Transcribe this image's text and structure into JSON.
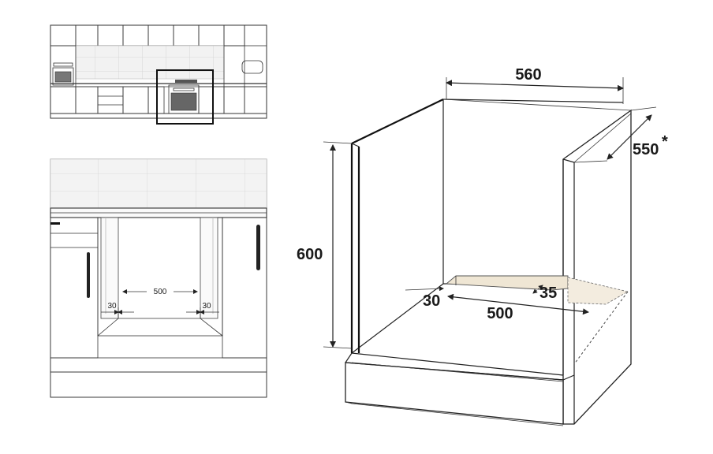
{
  "main_diagram": {
    "width_label": "560",
    "depth_label": "550",
    "depth_note": "*",
    "height_label": "600",
    "slot_width_label": "500",
    "slot_offset_label": "30",
    "slot_depth_label": "35"
  },
  "front_view": {
    "inner_width_label": "500",
    "left_gap_label": "30",
    "right_gap_label": "30"
  },
  "colors": {
    "line": "#222222",
    "slot_fill": "#efe6d4",
    "tile_fill": "#f2f2f2",
    "panel_fill": "#ffffff"
  }
}
